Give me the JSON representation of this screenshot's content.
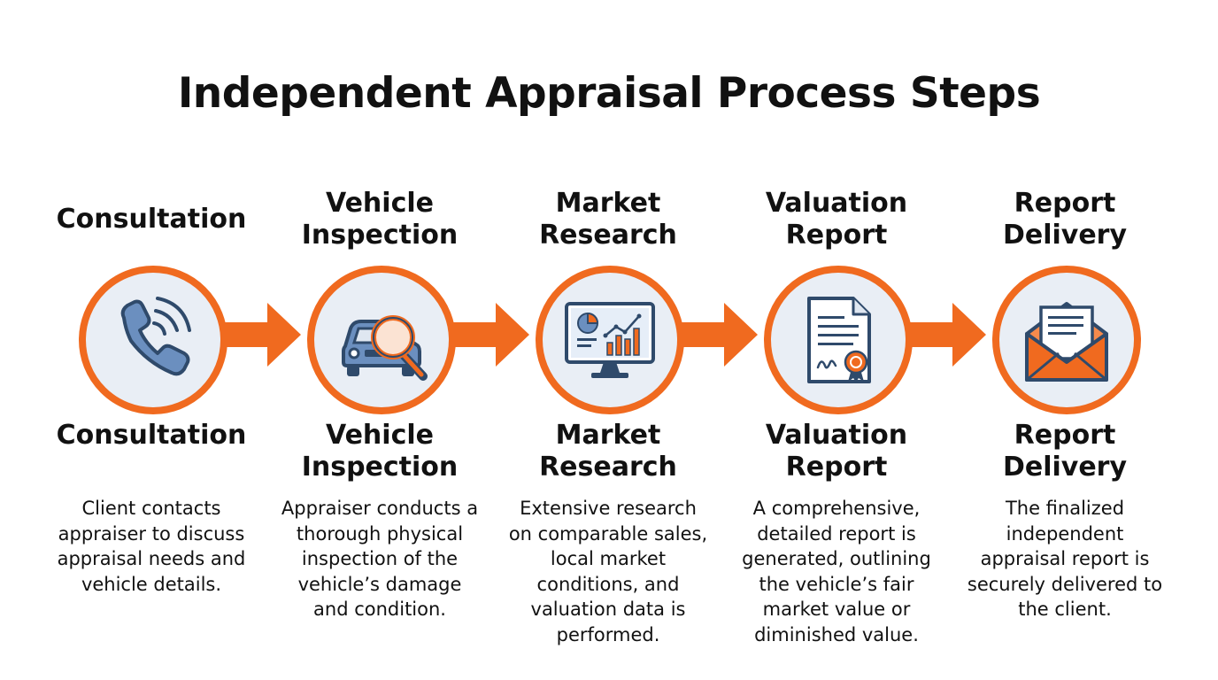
{
  "title": "Independent Appraisal Process Steps",
  "colors": {
    "accent": "#f06a1f",
    "circle_fill": "#e9eef5",
    "icon_blue": "#2f4a6b"
  },
  "steps": [
    {
      "top_label": [
        "Consultation"
      ],
      "bottom_label": [
        "Consultation"
      ],
      "icon": "phone-icon",
      "description": [
        "Client contacts",
        "appraiser to discuss",
        "appraisal needs and",
        "vehicle details."
      ]
    },
    {
      "top_label": [
        "Vehicle",
        "Inspection"
      ],
      "bottom_label": [
        "Vehicle",
        "Inspection"
      ],
      "icon": "car-magnifier-icon",
      "description": [
        "Appraiser conducts a",
        "thorough physical",
        "inspection of the",
        "vehicle’s damage",
        "and condition."
      ]
    },
    {
      "top_label": [
        "Market",
        "Research"
      ],
      "bottom_label": [
        "Market",
        "Research"
      ],
      "icon": "monitor-chart-icon",
      "description": [
        "Extensive research",
        "on comparable sales,",
        "local market",
        "conditions, and",
        "valuation data is",
        "performed."
      ]
    },
    {
      "top_label": [
        "Valuation",
        "Report"
      ],
      "bottom_label": [
        "Valuation",
        "Report"
      ],
      "icon": "certificate-document-icon",
      "description": [
        "A comprehensive,",
        "detailed report is",
        "generated, outlining",
        "the vehicle’s fair",
        "market value or",
        "diminished value."
      ]
    },
    {
      "top_label": [
        "Report",
        "Delivery"
      ],
      "bottom_label": [
        "Report",
        "Delivery"
      ],
      "icon": "envelope-letter-icon",
      "description": [
        "The finalized",
        "independent",
        "appraisal report is",
        "securely delivered to",
        "the client."
      ]
    }
  ]
}
